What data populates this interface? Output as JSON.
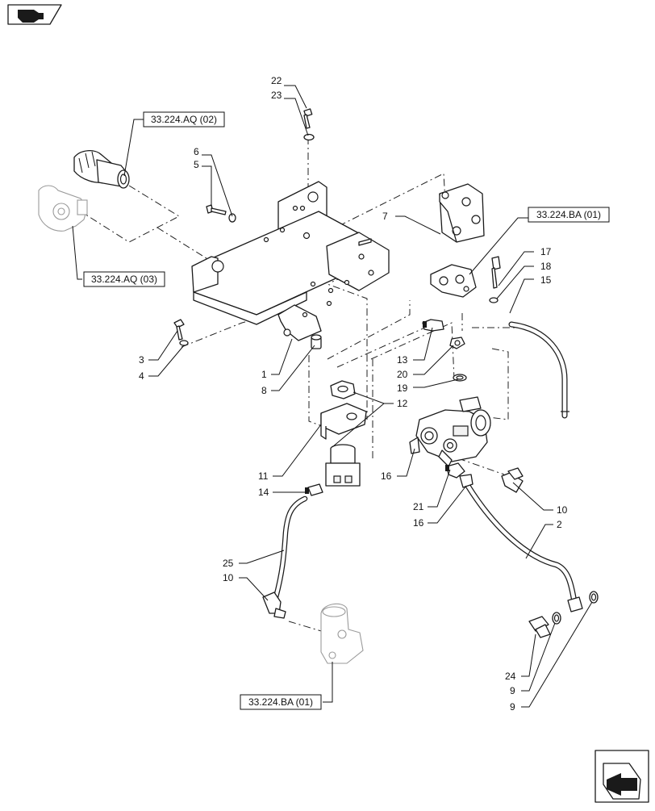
{
  "diagram": {
    "reference_labels": [
      {
        "id": "ref-aq02",
        "text": "33.224.AQ (02)"
      },
      {
        "id": "ref-aq03",
        "text": "33.224.AQ (03)"
      },
      {
        "id": "ref-ba01-top",
        "text": "33.224.BA (01)"
      },
      {
        "id": "ref-ba01-bottom",
        "text": "33.224.BA (01)"
      }
    ],
    "callouts": [
      {
        "id": "c22",
        "text": "22"
      },
      {
        "id": "c23",
        "text": "23"
      },
      {
        "id": "c6",
        "text": "6"
      },
      {
        "id": "c5",
        "text": "5"
      },
      {
        "id": "c7",
        "text": "7"
      },
      {
        "id": "c17",
        "text": "17"
      },
      {
        "id": "c18",
        "text": "18"
      },
      {
        "id": "c15",
        "text": "15"
      },
      {
        "id": "c3",
        "text": "3"
      },
      {
        "id": "c4",
        "text": "4"
      },
      {
        "id": "c1",
        "text": "1"
      },
      {
        "id": "c8",
        "text": "8"
      },
      {
        "id": "c13",
        "text": "13"
      },
      {
        "id": "c20",
        "text": "20"
      },
      {
        "id": "c19",
        "text": "19"
      },
      {
        "id": "c12",
        "text": "12"
      },
      {
        "id": "c11",
        "text": "11"
      },
      {
        "id": "c14",
        "text": "14"
      },
      {
        "id": "c16a",
        "text": "16"
      },
      {
        "id": "c21",
        "text": "21"
      },
      {
        "id": "c16b",
        "text": "16"
      },
      {
        "id": "c10a",
        "text": "10"
      },
      {
        "id": "c2",
        "text": "2"
      },
      {
        "id": "c25",
        "text": "25"
      },
      {
        "id": "c10b",
        "text": "10"
      },
      {
        "id": "c24",
        "text": "24"
      },
      {
        "id": "c9a",
        "text": "9"
      },
      {
        "id": "c9b",
        "text": "9"
      }
    ]
  }
}
